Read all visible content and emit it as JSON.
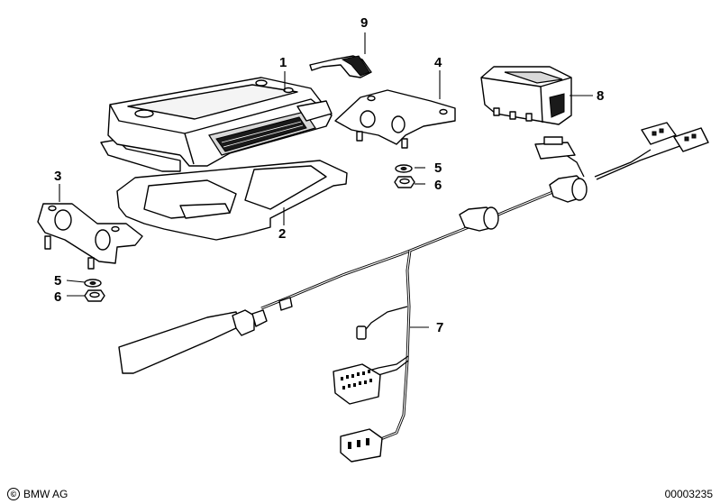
{
  "callouts": {
    "c1": "1",
    "c2": "2",
    "c3": "3",
    "c4": "4",
    "c5a": "5",
    "c5b": "5",
    "c6a": "6",
    "c6b": "6",
    "c7": "7",
    "c8": "8",
    "c9": "9"
  },
  "footer": {
    "copyright_symbol": "©",
    "copyright_text": "BMW AG",
    "diagram_number": "00003235"
  }
}
